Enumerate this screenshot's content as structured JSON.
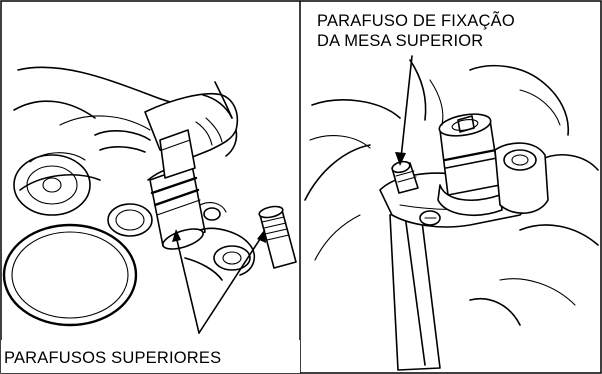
{
  "figure": {
    "left_panel": {
      "caption": "PARAFUSOS SUPERIORES"
    },
    "right_panel": {
      "caption_line1": "PARAFUSO DE FIXAÇÃO",
      "caption_line2": "DA MESA SUPERIOR"
    }
  }
}
